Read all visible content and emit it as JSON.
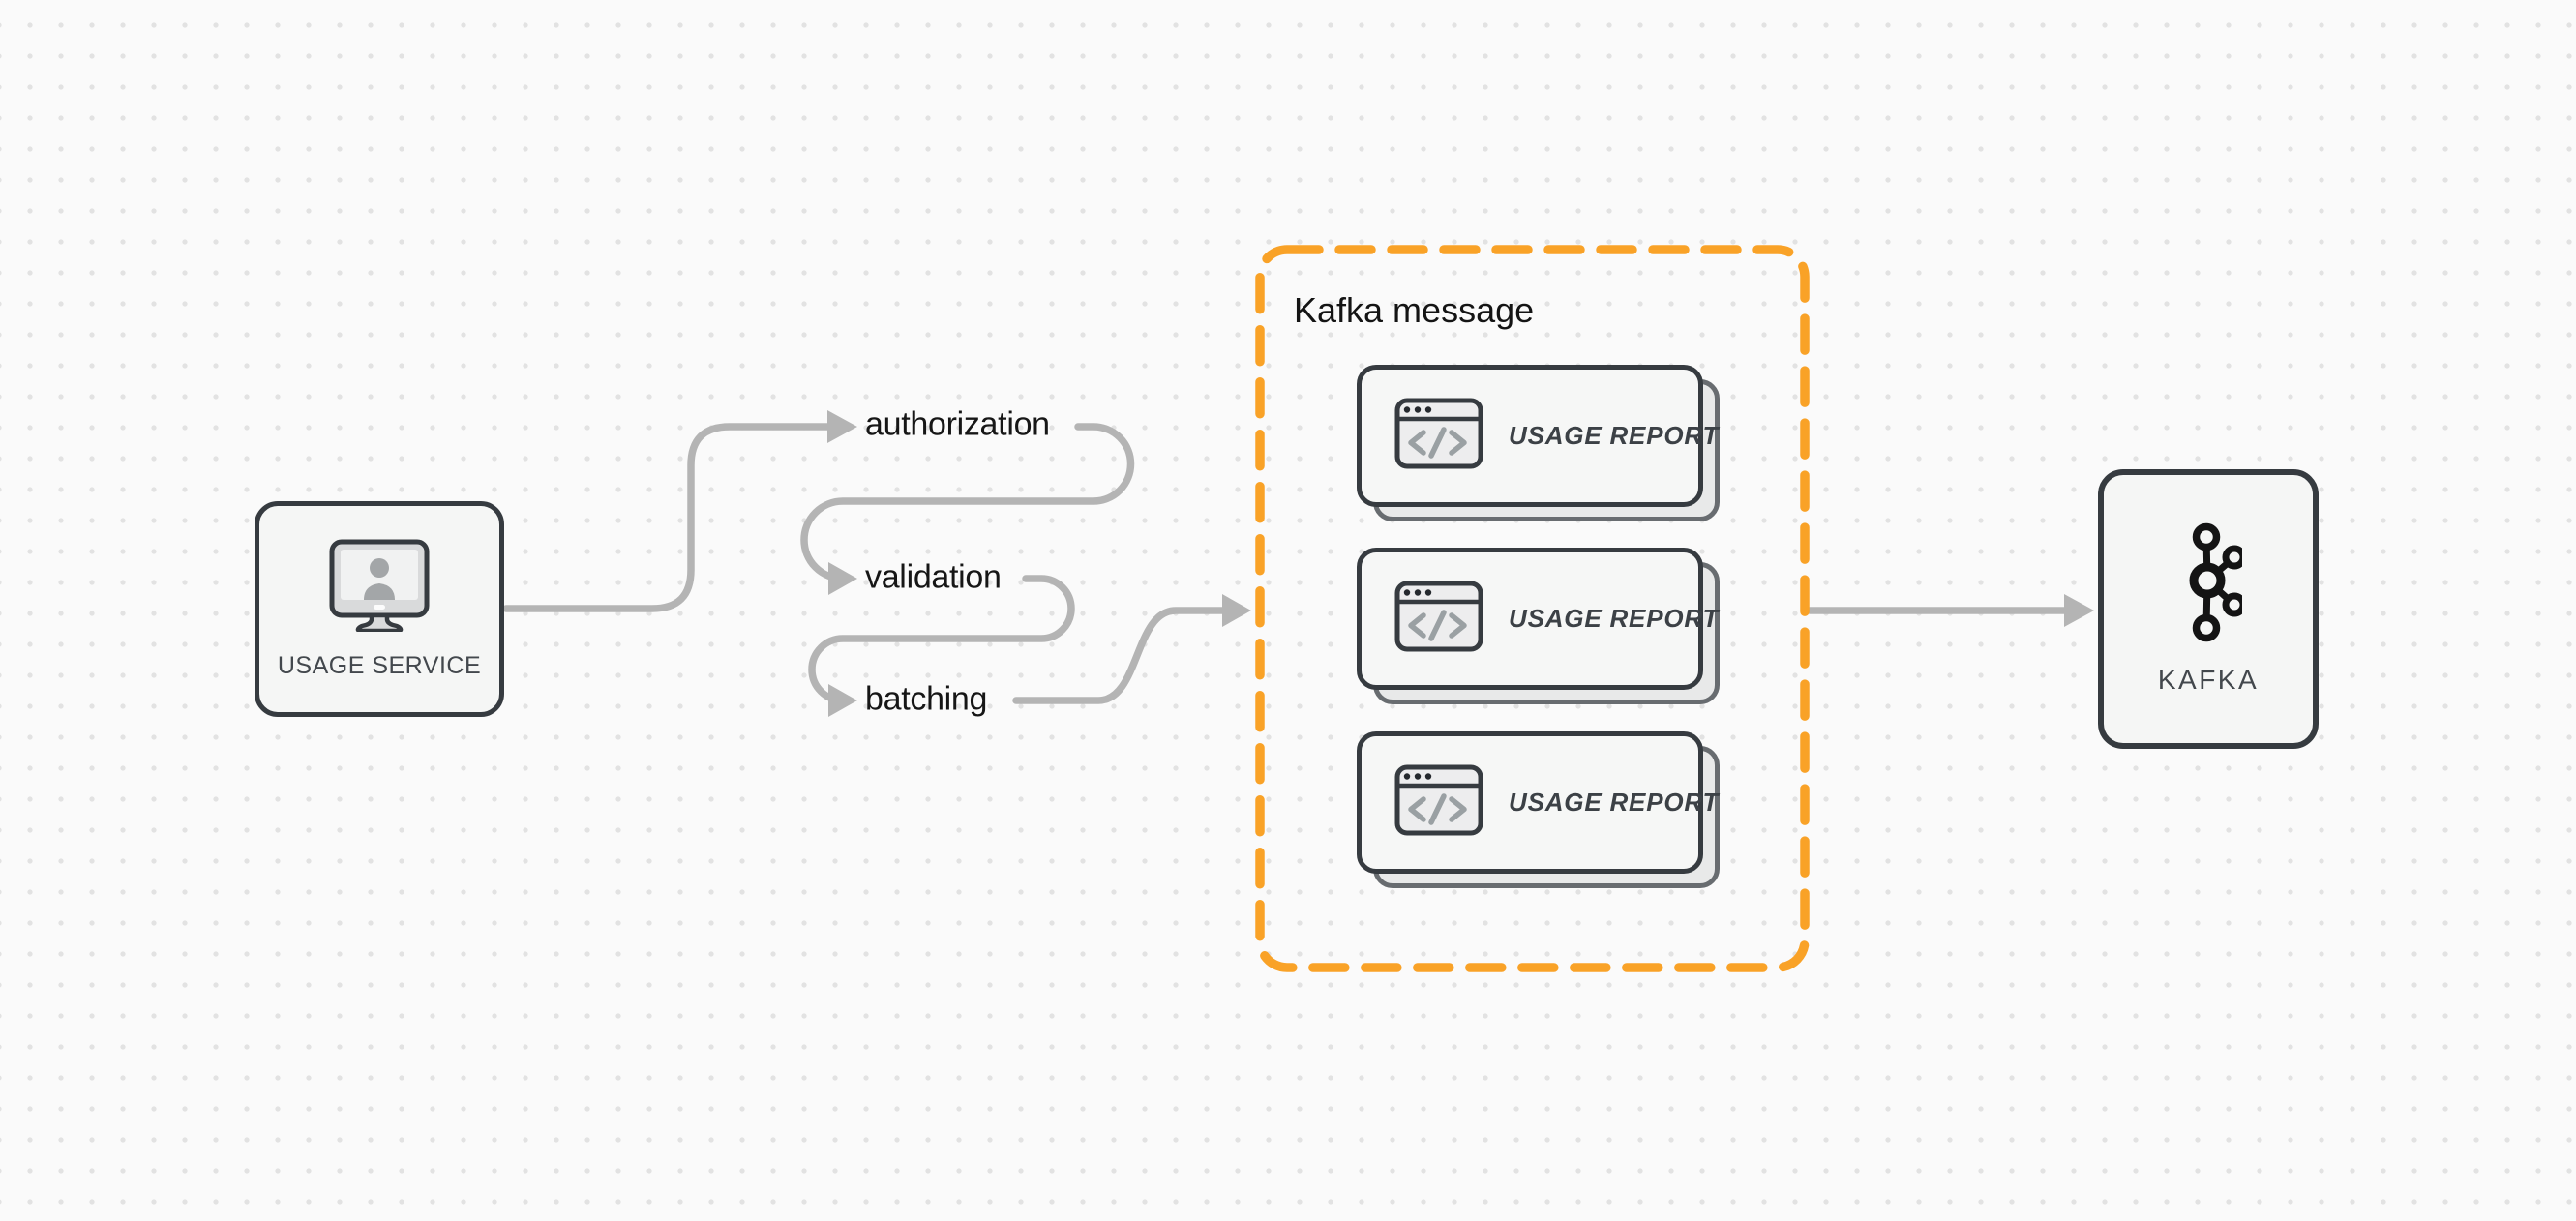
{
  "diagram": {
    "usage_service": {
      "label": "USAGE SERVICE",
      "icon": "monitor-user-icon"
    },
    "pipeline_steps": [
      {
        "label": "authorization"
      },
      {
        "label": "validation"
      },
      {
        "label": "batching"
      }
    ],
    "kafka_message_group": {
      "title": "Kafka message",
      "cards": [
        {
          "label": "USAGE REPORT",
          "icon": "code-window-icon"
        },
        {
          "label": "USAGE REPORT",
          "icon": "code-window-icon"
        },
        {
          "label": "USAGE REPORT",
          "icon": "code-window-icon"
        }
      ]
    },
    "kafka": {
      "label": "KAFKA",
      "icon": "kafka-logo-icon"
    },
    "colors": {
      "accent_orange": "#F9A227",
      "connector_gray": "#B4B4B4",
      "node_border": "#363B40",
      "node_fill": "#F5F6F5",
      "step_label_text": "#161616",
      "node_label_text": "#43484D"
    }
  }
}
